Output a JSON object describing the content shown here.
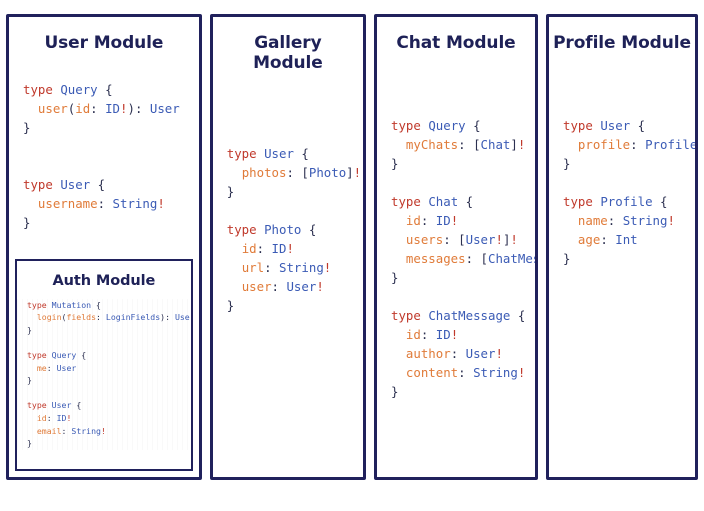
{
  "diagram": {
    "type": "graphql-schema-modules",
    "background": "#ffffff",
    "border_color": "#20215c",
    "title_color": "#1e2157",
    "syntax_colors": {
      "keyword": "#c0392b",
      "type": "#3b5bb5",
      "field": "#e07b39",
      "punctuation": "#2c3050"
    }
  },
  "modules": [
    {
      "id": "user",
      "title": "User Module",
      "code_lines": [
        "type Query {",
        "  user(id: ID!): User",
        "}",
        "",
        "",
        "type User {",
        "  username: String!",
        "}"
      ],
      "nested": {
        "id": "auth",
        "title": "Auth Module",
        "code_lines": [
          "type Mutation {",
          "  login(fields: LoginFields): User",
          "}",
          "",
          "type Query {",
          "  me: User",
          "}",
          "",
          "type User {",
          "  id: ID!",
          "  email: String!",
          "}"
        ]
      }
    },
    {
      "id": "gallery",
      "title": "Gallery Module",
      "code_lines": [
        "type User {",
        "  photos: [Photo]!",
        "}",
        "",
        "type Photo {",
        "  id: ID!",
        "  url: String!",
        "  user: User!",
        "}"
      ]
    },
    {
      "id": "chat",
      "title": "Chat Module",
      "code_lines": [
        "type Query {",
        "  myChats: [Chat]!",
        "}",
        "",
        "type Chat {",
        "  id: ID!",
        "  users: [User!]!",
        "  messages: [ChatMessage]!",
        "}",
        "",
        "type ChatMessage {",
        "  id: ID!",
        "  author: User!",
        "  content: String!",
        "}"
      ]
    },
    {
      "id": "profile",
      "title": "Profile Module",
      "code_lines": [
        "type User {",
        "  profile: Profile!",
        "}",
        "",
        "type Profile {",
        "  name: String!",
        "  age: Int",
        "}"
      ]
    }
  ]
}
